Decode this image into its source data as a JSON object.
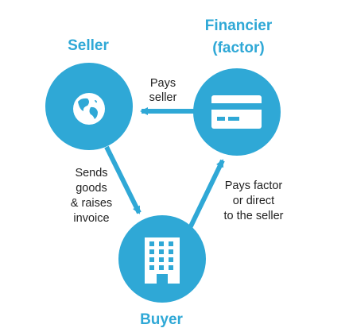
{
  "colors": {
    "primary": "#2fa8d6",
    "label_text": "#222222",
    "icon_fill": "#ffffff"
  },
  "nodes": {
    "seller": {
      "title": "Seller",
      "icon": "globe-icon"
    },
    "financier": {
      "title_line1": "Financier",
      "title_line2": "(factor)",
      "icon": "credit-card-icon"
    },
    "buyer": {
      "title": "Buyer",
      "icon": "office-building-icon"
    }
  },
  "edges": {
    "financier_to_seller": {
      "line1": "Pays",
      "line2": "seller"
    },
    "seller_to_buyer": {
      "line1": "Sends",
      "line2": "goods",
      "line3": "& raises",
      "line4": "invoice"
    },
    "buyer_to_financier": {
      "line1": "Pays factor",
      "line2": "or direct",
      "line3": "to the seller"
    }
  }
}
